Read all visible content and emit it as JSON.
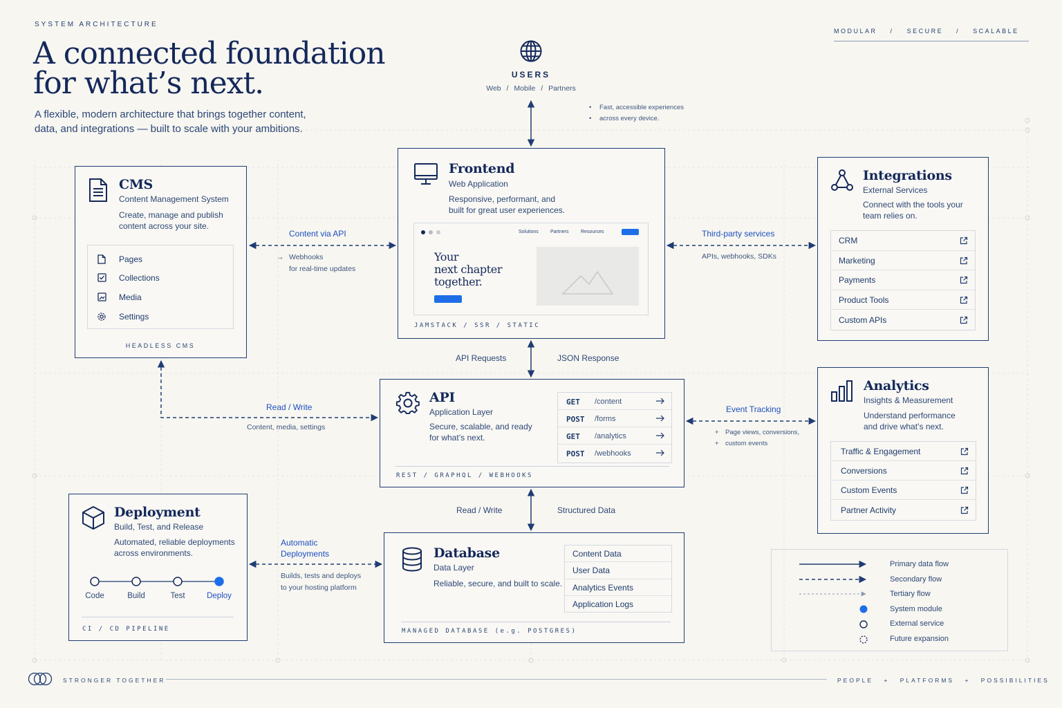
{
  "header": {
    "eyebrow": "SYSTEM ARCHITECTURE",
    "headline_line1": "A connected foundation",
    "headline_line2": "for what’s next.",
    "lede_line1": "A flexible, modern architecture that brings together content,",
    "lede_line2": "data, and integrations — built to scale with your ambitions.",
    "tag_1": "MODULAR",
    "tag_sep": "/",
    "tag_2": "SECURE",
    "tag_3": "SCALABLE"
  },
  "users": {
    "title": "USERS",
    "channel_1": "Web",
    "channel_2": "Mobile",
    "channel_3": "Partners",
    "sep": "/",
    "note_1": "Fast, accessible experiences",
    "note_2": "across every device."
  },
  "cms": {
    "title": "CMS",
    "subtitle": "Content Management System",
    "desc_1": "Create, manage and publish",
    "desc_2": "content across your site.",
    "items": [
      "Pages",
      "Collections",
      "Media",
      "Settings"
    ],
    "footer": "HEADLESS CMS"
  },
  "frontend": {
    "title": "Frontend",
    "subtitle": "Web Application",
    "desc_1": "Responsive, performant, and",
    "desc_2": "built for great user experiences.",
    "mock_nav": [
      "Solutions",
      "Partners",
      "Resources"
    ],
    "mock_heading_1": "Your",
    "mock_heading_2": "next chapter",
    "mock_heading_3": "together.",
    "footer": "JAMSTACK / SSR / STATIC"
  },
  "integrations": {
    "title": "Integrations",
    "subtitle": "External Services",
    "desc_1": "Connect with the tools your",
    "desc_2": "team relies on.",
    "items": [
      "CRM",
      "Marketing",
      "Payments",
      "Product Tools",
      "Custom APIs"
    ]
  },
  "api": {
    "title": "API",
    "subtitle": "Application Layer",
    "desc_1": "Secure, scalable, and ready",
    "desc_2": "for what’s next.",
    "endpoints": [
      {
        "method": "GET",
        "path": "/content"
      },
      {
        "method": "POST",
        "path": "/forms"
      },
      {
        "method": "GET",
        "path": "/analytics"
      },
      {
        "method": "POST",
        "path": "/webhooks"
      }
    ],
    "footer": "REST / GRAPHQL / WEBHOOKS"
  },
  "analytics": {
    "title": "Analytics",
    "subtitle": "Insights & Measurement",
    "desc_1": "Understand performance",
    "desc_2": "and drive what’s next.",
    "items": [
      "Traffic & Engagement",
      "Conversions",
      "Custom Events",
      "Partner Activity"
    ]
  },
  "deployment": {
    "title": "Deployment",
    "subtitle": "Build, Test, and Release",
    "desc_1": "Automated, reliable deployments",
    "desc_2": "across environments.",
    "stages": [
      "Code",
      "Build",
      "Test",
      "Deploy"
    ],
    "footer": "CI / CD PIPELINE"
  },
  "database": {
    "title": "Database",
    "subtitle": "Data Layer",
    "desc": "Reliable, secure, and built to scale.",
    "items": [
      "Content Data",
      "User Data",
      "Analytics Events",
      "Application Logs"
    ],
    "footer": "MANAGED DATABASE (e.g. POSTGRES)"
  },
  "edges": {
    "content_via_api": "Content via API",
    "webhooks_1": "Webhooks",
    "webhooks_2": "for real-time updates",
    "third_party": "Third-party services",
    "third_party_note": "APIs, webhooks, SDKs",
    "api_requests": "API Requests",
    "json_response": "JSON Response",
    "read_write_cms": "Read / Write",
    "read_write_cms_note": "Content, media, settings",
    "event_tracking": "Event Tracking",
    "event_note_1": "Page views, conversions,",
    "event_note_2": "custom events",
    "read_write_db": "Read / Write",
    "structured_data": "Structured Data",
    "auto_deploy_1": "Automatic",
    "auto_deploy_2": "Deployments",
    "auto_deploy_note_1": "Builds, tests and deploys",
    "auto_deploy_note_2": "to your hosting platform"
  },
  "legend": {
    "items": [
      "Primary data flow",
      "Secondary flow",
      "Tertiary flow",
      "System module",
      "External service",
      "Future expansion"
    ]
  },
  "footer": {
    "left": "STRONGER TOGETHER",
    "right_1": "PEOPLE",
    "plus": "+",
    "right_2": "PLATFORMS",
    "right_3": "POSSIBILITIES"
  },
  "colors": {
    "background": "#f7f6f1",
    "navy": "#14285a",
    "accent_blue": "#1e6ee8",
    "line": "#1f3c73"
  }
}
